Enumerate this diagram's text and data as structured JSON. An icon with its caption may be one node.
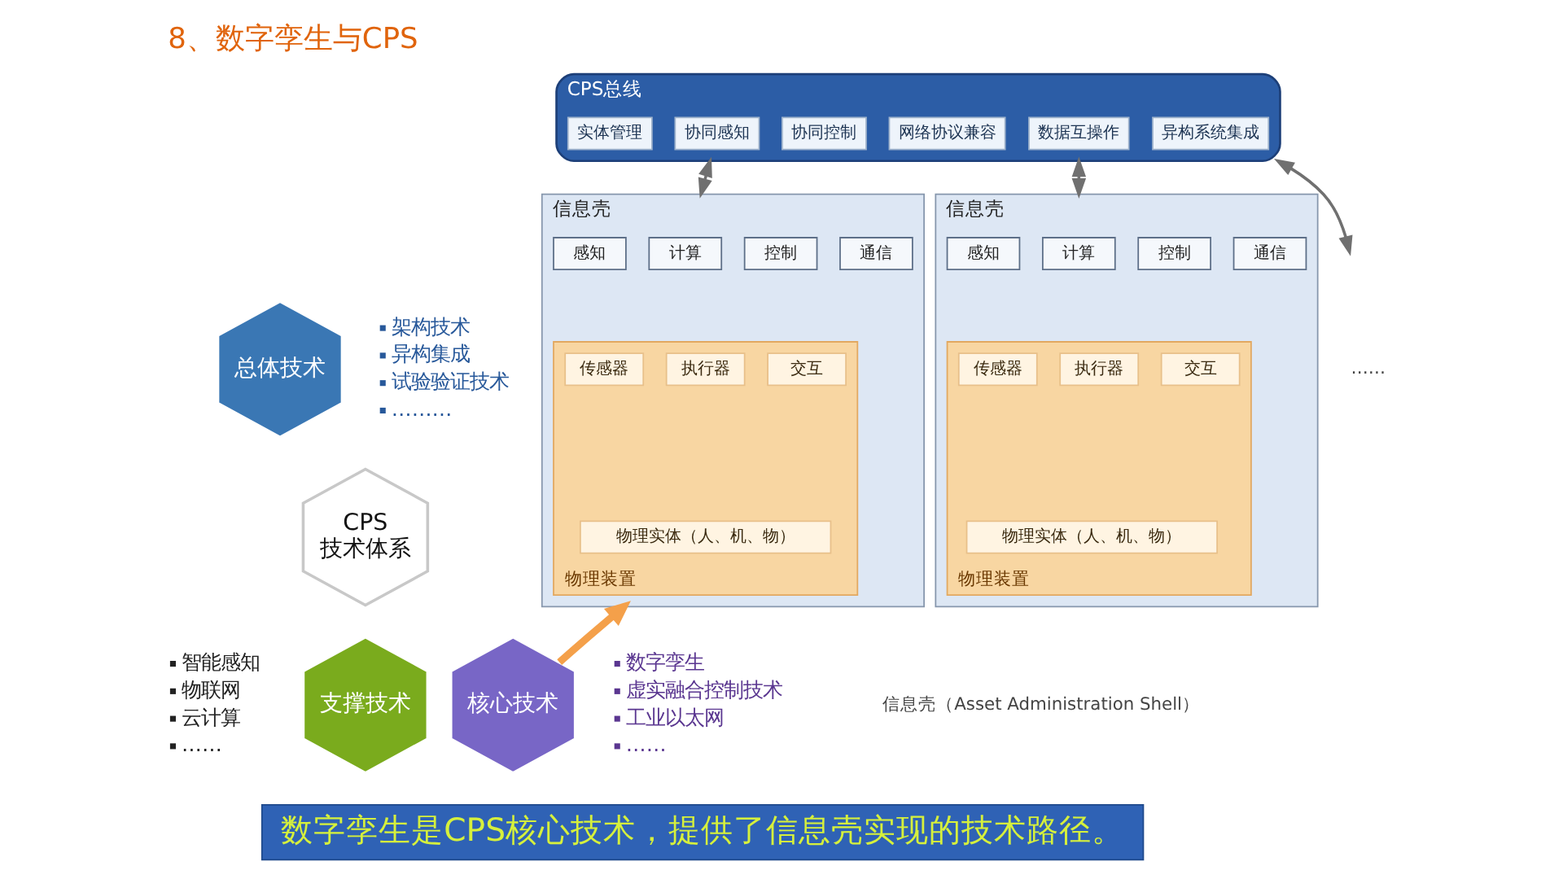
{
  "diagram": {
    "title": "8、数字孪生与CPS",
    "caption": "数字孪生是CPS核心技术，提供了信息壳实现的技术路径。",
    "nodes": [
      {
        "text": [
          "总体技术"
        ],
        "beside": [
          "架构技术",
          "异构集成",
          "试验验证技术",
          "………"
        ]
      },
      {
        "text": [
          "CPS 技术体系"
        ]
      },
      {
        "text": [
          "支撑技术"
        ],
        "beside": [
          "智能感知",
          "物联网",
          "云计算",
          "……"
        ]
      },
      {
        "text": [
          "核心技术"
        ],
        "beside": [
          "数字孪生",
          "虚实融合控制技术",
          "工业以太网",
          "……"
        ]
      },
      {
        "text": [
          "CPS总线"
        ]
      },
      {
        "text": [
          "实体管理"
        ],
        "in": 4
      },
      {
        "text": [
          "协同感知"
        ],
        "in": 4
      },
      {
        "text": [
          "协同控制"
        ],
        "in": 4
      },
      {
        "text": [
          "网络协议兼容"
        ],
        "in": 4
      },
      {
        "text": [
          "数据互操作"
        ],
        "in": 4
      },
      {
        "text": [
          "异构系统集成"
        ],
        "in": 4
      },
      {
        "text": [
          "信息壳"
        ]
      },
      {
        "text": [
          "感知"
        ],
        "in": 11
      },
      {
        "text": [
          "计算"
        ],
        "in": 11
      },
      {
        "text": [
          "控制"
        ],
        "in": 11
      },
      {
        "text": [
          "通信"
        ],
        "in": 11
      },
      {
        "text": [
          "物理装置"
        ],
        "in": 11
      },
      {
        "text": [
          "传感器"
        ],
        "in": 16
      },
      {
        "text": [
          "执行器"
        ],
        "in": 16
      },
      {
        "text": [
          "交互"
        ],
        "in": 16
      },
      {
        "text": [
          "物理实体（人、机、物）"
        ],
        "in": 16
      },
      {
        "text": [
          "信息壳"
        ]
      },
      {
        "text": [
          "感知"
        ],
        "in": 21
      },
      {
        "text": [
          "计算"
        ],
        "in": 21
      },
      {
        "text": [
          "控制"
        ],
        "in": 21
      },
      {
        "text": [
          "通信"
        ],
        "in": 21
      },
      {
        "text": [
          "物理装置"
        ],
        "in": 21
      },
      {
        "text": [
          "传感器"
        ],
        "in": 26
      },
      {
        "text": [
          "执行器"
        ],
        "in": 26
      },
      {
        "text": [
          "交互"
        ],
        "in": 26
      },
      {
        "text": [
          "物理实体（人、机、物）"
        ],
        "in": 26
      }
    ],
    "edges": [
      {
        "from": 4,
        "to": 11,
        "arrow": "both"
      },
      {
        "from": 4,
        "to": 21,
        "arrow": "both"
      },
      {
        "from": 4,
        "to": null,
        "arrow": "both"
      },
      {
        "from": 3,
        "to": 11,
        "arrow": "to",
        "style": "thick",
        "color": "#f4a04a"
      }
    ],
    "labels": [
      "……",
      "信息壳（Asset Administration Shell）"
    ]
  }
}
